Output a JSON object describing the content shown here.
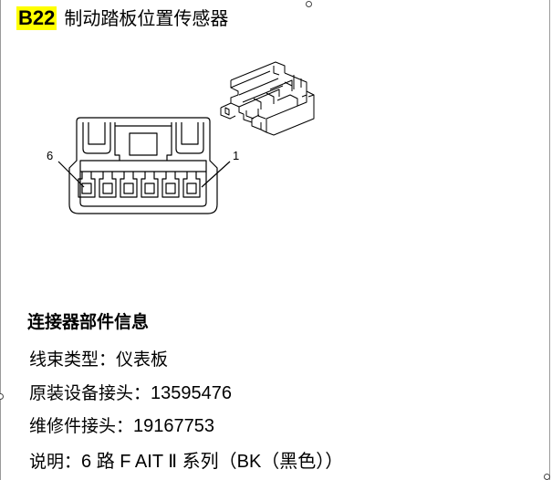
{
  "title": {
    "code": "B22",
    "text": "制动踏板位置传感器"
  },
  "connector": {
    "pin_left_label": "6",
    "pin_right_label": "1"
  },
  "info": {
    "heading": "连接器部件信息",
    "lines": [
      {
        "label": "线束类型：",
        "value": "仪表板"
      },
      {
        "label": "原装设备接头：",
        "value": "13595476"
      },
      {
        "label": "维修件接头：",
        "value": "19167753"
      },
      {
        "label": "说明：",
        "value": "6 路  F AIT Ⅱ 系列（BK（黑色））"
      }
    ]
  }
}
